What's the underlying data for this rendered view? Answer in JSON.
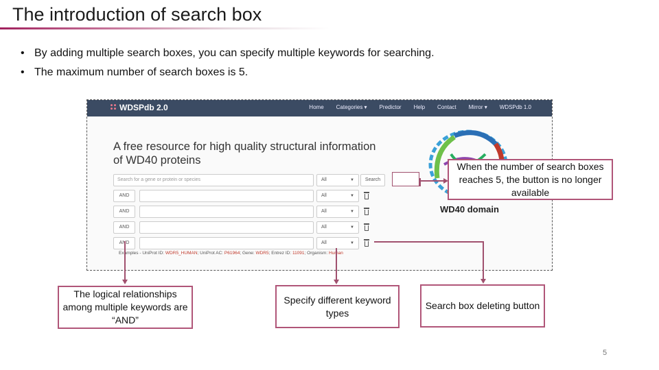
{
  "slide": {
    "title": "The introduction of search box",
    "bullets": [
      "By adding multiple search boxes, you can specify multiple keywords for searching.",
      "The maximum number of search boxes is 5."
    ],
    "page_number": "5"
  },
  "screenshot": {
    "brand": "WDSPdb 2.0",
    "nav": [
      "Home",
      "Categories ▾",
      "Predictor",
      "Help",
      "Contact",
      "Mirror ▾",
      "WDSPdb 1.0"
    ],
    "hero_line1": "A free resource for high quality structural information",
    "hero_line2": "of WD40 proteins",
    "search_placeholder": "Search for a gene or protein or species",
    "type_value": "All",
    "search_button": "Search",
    "operator": "AND",
    "examples": {
      "prefix": "Examples - UniProt ID:",
      "uniprot_id": "WDR5_HUMAN",
      "ac_label": "; UniProt AC:",
      "ac": "P61964",
      "gene_label": "; Gene:",
      "gene": "WDR5",
      "entrez_label": "; Entrez ID:",
      "entrez": "11091",
      "organism_label": "; Organism:",
      "organism": "Human"
    },
    "domain_label": "WD40 domain"
  },
  "callouts": {
    "top": "When the number of search boxes reaches 5, the button is no longer available",
    "logical": "The logical relationships among multiple keywords are “AND”",
    "types": "Specify different keyword types",
    "delete": "Search box deleting button"
  },
  "colors": {
    "accent": "#a0506e",
    "navbar": "#3b4b63",
    "title_rule": "#a0205c"
  },
  "icons": [
    "trash-icon",
    "caret-down-icon",
    "protein-structure-image"
  ]
}
